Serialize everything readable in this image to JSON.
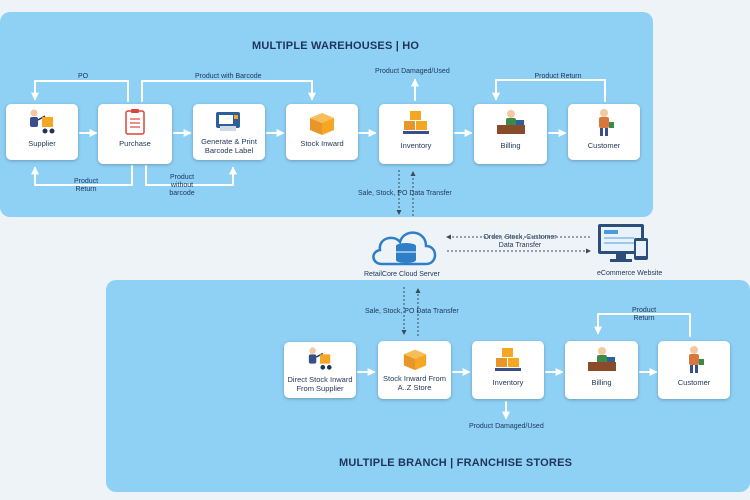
{
  "warehouse": {
    "title": "MULTIPLE WAREHOUSES | HO",
    "nodes": {
      "supplier": "Supplier",
      "purchase": "Purchase",
      "barcode": "Generate & Print Barcode Label",
      "stock_inward": "Stock Inward",
      "inventory": "Inventory",
      "billing": "Billing",
      "customer": "Customer"
    },
    "labels": {
      "po": "PO",
      "product_with_barcode": "Product with Barcode",
      "product_damaged": "Product Damaged/Used",
      "product_return_customer": "Product Return",
      "product_return_supplier": "Product Return",
      "product_without_barcode": "Product without barcode"
    }
  },
  "cloud": {
    "server_label": "RetailCore Cloud Server",
    "transfer_top": "Sale, Stock, PO Data Transfer",
    "transfer_bottom": "Sale, Stock, PO Data Transfer",
    "order_transfer": "Order, Stock, Customer Data Transfer",
    "ecommerce_label": "eCommerce Website"
  },
  "branch": {
    "title": "MULTIPLE BRANCH | FRANCHISE STORES",
    "nodes": {
      "direct_inward": "Direct Stock Inward From Supplier",
      "stock_inward_store": "Stock Inward From A..Z Store",
      "inventory": "Inventory",
      "billing": "Billing",
      "customer": "Customer"
    },
    "labels": {
      "product_return": "Product Return",
      "product_damaged": "Product Damaged/Used"
    }
  },
  "colors": {
    "panel": "#8fd0f5",
    "text": "#1e3557",
    "box_orange": "#f5a623"
  }
}
